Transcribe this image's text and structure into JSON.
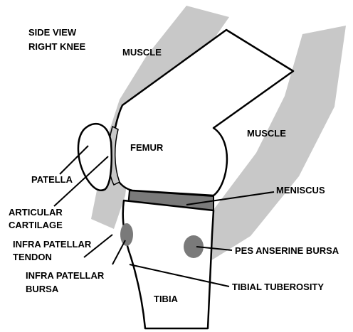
{
  "title": {
    "line1": "SIDE VIEW",
    "line2": "RIGHT KNEE"
  },
  "labels": {
    "muscle_top": "MUSCLE",
    "muscle_right": "MUSCLE",
    "femur": "FEMUR",
    "patella": "PATELLA",
    "meniscus": "MENISCUS",
    "articular_cartilage_1": "ARTICULAR",
    "articular_cartilage_2": "CARTILAGE",
    "infra_patellar_tendon_1": "INFRA PATELLAR",
    "infra_patellar_tendon_2": "TENDON",
    "infra_patellar_bursa_1": "INFRA PATELLAR",
    "infra_patellar_bursa_2": "BURSA",
    "pes_anserine_bursa": "PES ANSERINE BURSA",
    "tibial_tuberosity": "TIBIAL TUBEROSITY",
    "tibia": "TIBIA"
  },
  "colors": {
    "muscle": "#c8c8c8",
    "meniscus": "#7a7a7a",
    "bursa": "#7a7a7a",
    "bone_fill": "#ffffff",
    "outline": "#000000"
  }
}
